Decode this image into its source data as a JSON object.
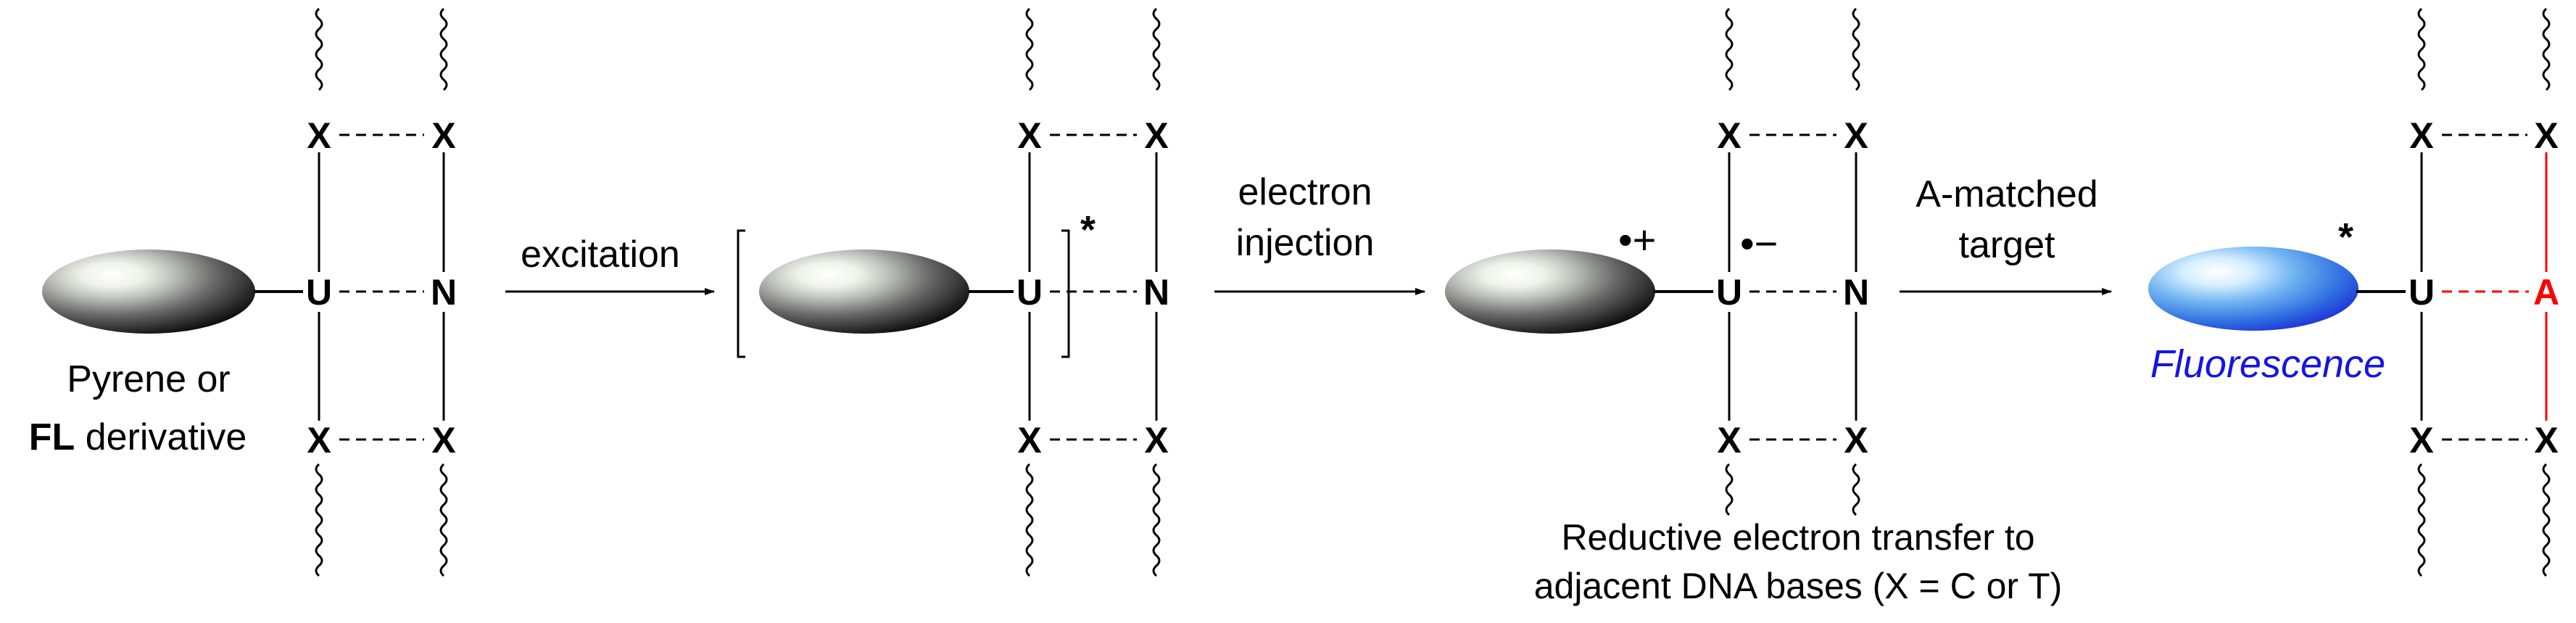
{
  "panel1": {
    "bases": {
      "top_left": "X",
      "top_right": "X",
      "mid_left": "U",
      "mid_right": "N",
      "bot_left": "X",
      "bot_right": "X"
    },
    "probe_label_line1": "Pyrene or",
    "probe_label_line2_bold": "FL",
    "probe_label_line2_rest": " derivative"
  },
  "arrow1": {
    "label": "excitation"
  },
  "panel2": {
    "bases": {
      "top_left": "X",
      "top_right": "X",
      "mid_left": "U",
      "mid_right": "N",
      "bot_left": "X",
      "bot_right": "X"
    },
    "excited_mark": "*"
  },
  "arrow2": {
    "label_line1": "electron",
    "label_line2": "injection"
  },
  "panel3": {
    "bases": {
      "top_left": "X",
      "top_right": "X",
      "mid_left": "U",
      "mid_right": "N",
      "bot_left": "X",
      "bot_right": "X"
    },
    "radical_cation": "•+",
    "radical_anion": "•−",
    "caption_line1": "Reductive electron transfer to",
    "caption_line2": "adjacent DNA bases (X = C or T)"
  },
  "arrow3": {
    "label_line1": "A-matched",
    "label_line2": "target"
  },
  "panel4": {
    "bases": {
      "top_left": "X",
      "top_right": "X",
      "mid_left": "U",
      "mid_right": "A",
      "bot_left": "X",
      "bot_right": "X"
    },
    "excited_mark": "*",
    "fluorescence_label": "Fluorescence"
  },
  "colors": {
    "matched_base": "#ff0000",
    "fluorescence": "#1414e6",
    "probe_blue": "#3b82e0"
  }
}
